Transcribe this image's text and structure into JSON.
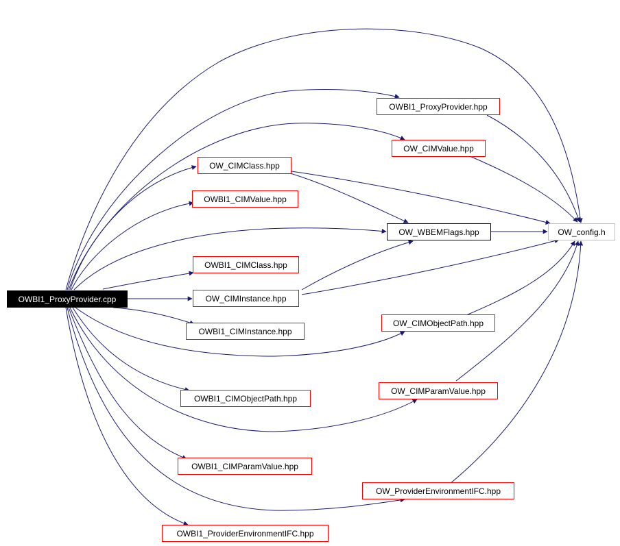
{
  "graph": {
    "nodes": {
      "root": "OWBI1_ProxyProvider.cpp",
      "proxy_provider_hpp": "OWBI1_ProxyProvider.hpp",
      "cimvalue_hpp": "OW_CIMValue.hpp",
      "cimclass_hpp": "OW_CIMClass.hpp",
      "bi1_cimvalue_hpp": "OWBI1_CIMValue.hpp",
      "wbemflags_hpp": "OW_WBEMFlags.hpp",
      "config_h": "OW_config.h",
      "bi1_cimclass_hpp": "OWBI1_CIMClass.hpp",
      "ciminstance_hpp": "OW_CIMInstance.hpp",
      "bi1_ciminstance_hpp": "OWBI1_CIMInstance.hpp",
      "cimobjectpath_hpp": "OW_CIMObjectPath.hpp",
      "bi1_cimobjectpath_hpp": "OWBI1_CIMObjectPath.hpp",
      "cimparamvalue_hpp": "OW_CIMParamValue.hpp",
      "bi1_cimparamvalue_hpp": "OWBI1_CIMParamValue.hpp",
      "providerenvironmentifc_hpp": "OW_ProviderEnvironmentIFC.hpp",
      "bi1_providerenvironmentifc_hpp": "OWBI1_ProviderEnvironmentIFC.hpp"
    },
    "edges": [
      [
        "root",
        "config_h"
      ],
      [
        "root",
        "proxy_provider_hpp"
      ],
      [
        "root",
        "cimvalue_hpp"
      ],
      [
        "root",
        "cimclass_hpp"
      ],
      [
        "root",
        "bi1_cimvalue_hpp"
      ],
      [
        "root",
        "wbemflags_hpp"
      ],
      [
        "root",
        "bi1_cimclass_hpp"
      ],
      [
        "root",
        "ciminstance_hpp"
      ],
      [
        "root",
        "bi1_ciminstance_hpp"
      ],
      [
        "root",
        "cimobjectpath_hpp"
      ],
      [
        "root",
        "bi1_cimobjectpath_hpp"
      ],
      [
        "root",
        "cimparamvalue_hpp"
      ],
      [
        "root",
        "bi1_cimparamvalue_hpp"
      ],
      [
        "root",
        "providerenvironmentifc_hpp"
      ],
      [
        "root",
        "bi1_providerenvironmentifc_hpp"
      ],
      [
        "proxy_provider_hpp",
        "config_h"
      ],
      [
        "cimvalue_hpp",
        "config_h"
      ],
      [
        "cimclass_hpp",
        "config_h"
      ],
      [
        "cimclass_hpp",
        "wbemflags_hpp"
      ],
      [
        "wbemflags_hpp",
        "config_h"
      ],
      [
        "ciminstance_hpp",
        "wbemflags_hpp"
      ],
      [
        "ciminstance_hpp",
        "config_h"
      ],
      [
        "cimobjectpath_hpp",
        "config_h"
      ],
      [
        "cimparamvalue_hpp",
        "config_h"
      ],
      [
        "providerenvironmentifc_hpp",
        "config_h"
      ]
    ],
    "colors": {
      "edge": "#191970",
      "node_border": "#ff0000",
      "root_fill": "#000000",
      "root_text": "#ffffff"
    }
  }
}
